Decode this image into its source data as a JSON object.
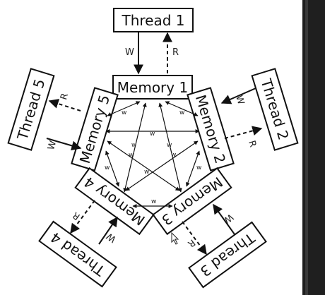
{
  "threads": {
    "t1": "Thread 1",
    "t2": "Thread 2",
    "t3": "Thread 3",
    "t4": "Thread 4",
    "t5": "Thread 5"
  },
  "memories": {
    "m1": "Memory 1",
    "m2": "Memory 2",
    "m3": "Memory 3",
    "m4": "Memory 4",
    "m5": "Memory 5"
  },
  "labels": {
    "read": "R",
    "write": "W",
    "write_small": "w"
  },
  "colors": {
    "background": "#ffffff",
    "ink": "#111111",
    "frame": "#1e1e1e"
  }
}
